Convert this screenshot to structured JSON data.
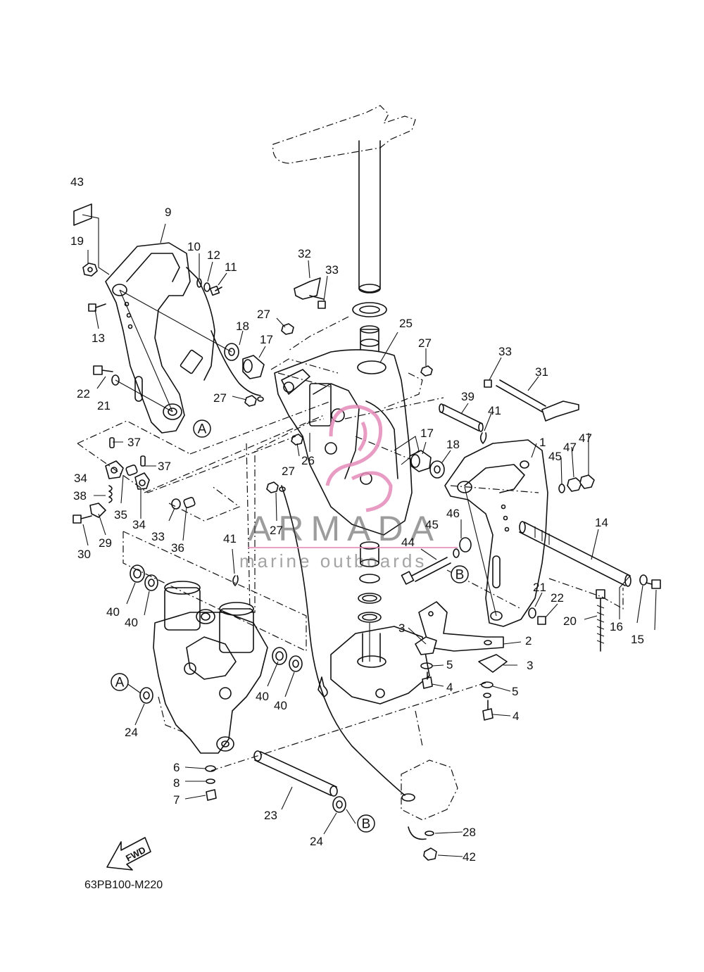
{
  "diagram": {
    "code": "63PB100-M220",
    "fwd_label": "FWD",
    "ref_markers": {
      "a": "A",
      "b": "B"
    },
    "part_numbers": [
      {
        "id": "p43",
        "label": "43"
      },
      {
        "id": "p9",
        "label": "9"
      },
      {
        "id": "p19",
        "label": "19"
      },
      {
        "id": "p10",
        "label": "10"
      },
      {
        "id": "p12",
        "label": "12"
      },
      {
        "id": "p11",
        "label": "11"
      },
      {
        "id": "p13",
        "label": "13"
      },
      {
        "id": "p32",
        "label": "32"
      },
      {
        "id": "p33a",
        "label": "33"
      },
      {
        "id": "p27a",
        "label": "27"
      },
      {
        "id": "p18a",
        "label": "18"
      },
      {
        "id": "p17a",
        "label": "17"
      },
      {
        "id": "p25",
        "label": "25"
      },
      {
        "id": "p27b",
        "label": "27"
      },
      {
        "id": "p33b",
        "label": "33"
      },
      {
        "id": "p31",
        "label": "31"
      },
      {
        "id": "p22a",
        "label": "22"
      },
      {
        "id": "p21a",
        "label": "21"
      },
      {
        "id": "p27c",
        "label": "27"
      },
      {
        "id": "p39",
        "label": "39"
      },
      {
        "id": "p41a",
        "label": "41"
      },
      {
        "id": "p1",
        "label": "1"
      },
      {
        "id": "p47a",
        "label": "47"
      },
      {
        "id": "p47b",
        "label": "47"
      },
      {
        "id": "p37a",
        "label": "37"
      },
      {
        "id": "p17b",
        "label": "17"
      },
      {
        "id": "p18b",
        "label": "18"
      },
      {
        "id": "p45a",
        "label": "45"
      },
      {
        "id": "p34a",
        "label": "34"
      },
      {
        "id": "p37b",
        "label": "37"
      },
      {
        "id": "p27d",
        "label": "27"
      },
      {
        "id": "p26",
        "label": "26"
      },
      {
        "id": "p38",
        "label": "38"
      },
      {
        "id": "p35",
        "label": "35"
      },
      {
        "id": "p34b",
        "label": "34"
      },
      {
        "id": "p27e",
        "label": "27"
      },
      {
        "id": "p14",
        "label": "14"
      },
      {
        "id": "p46",
        "label": "46"
      },
      {
        "id": "p33c",
        "label": "33"
      },
      {
        "id": "p45b",
        "label": "45"
      },
      {
        "id": "p36",
        "label": "36"
      },
      {
        "id": "p30",
        "label": "30"
      },
      {
        "id": "p29",
        "label": "29"
      },
      {
        "id": "p41b",
        "label": "41"
      },
      {
        "id": "p44",
        "label": "44"
      },
      {
        "id": "p21b",
        "label": "21"
      },
      {
        "id": "p22b",
        "label": "22"
      },
      {
        "id": "p40a",
        "label": "40"
      },
      {
        "id": "p40b",
        "label": "40"
      },
      {
        "id": "p20",
        "label": "20"
      },
      {
        "id": "p16",
        "label": "16"
      },
      {
        "id": "p15",
        "label": "15"
      },
      {
        "id": "p3a",
        "label": "3"
      },
      {
        "id": "p2",
        "label": "2"
      },
      {
        "id": "p5a",
        "label": "5"
      },
      {
        "id": "p3b",
        "label": "3"
      },
      {
        "id": "p4a",
        "label": "4"
      },
      {
        "id": "p5b",
        "label": "5"
      },
      {
        "id": "p40c",
        "label": "40"
      },
      {
        "id": "p40d",
        "label": "40"
      },
      {
        "id": "p4b",
        "label": "4"
      },
      {
        "id": "p24a",
        "label": "24"
      },
      {
        "id": "p6",
        "label": "6"
      },
      {
        "id": "p8",
        "label": "8"
      },
      {
        "id": "p7",
        "label": "7"
      },
      {
        "id": "p23",
        "label": "23"
      },
      {
        "id": "p24b",
        "label": "24"
      },
      {
        "id": "p28",
        "label": "28"
      },
      {
        "id": "p42",
        "label": "42"
      }
    ]
  },
  "watermark": {
    "brand": "ARMADA",
    "tagline": "marine outboards",
    "accent_color": "#e48bb8"
  }
}
